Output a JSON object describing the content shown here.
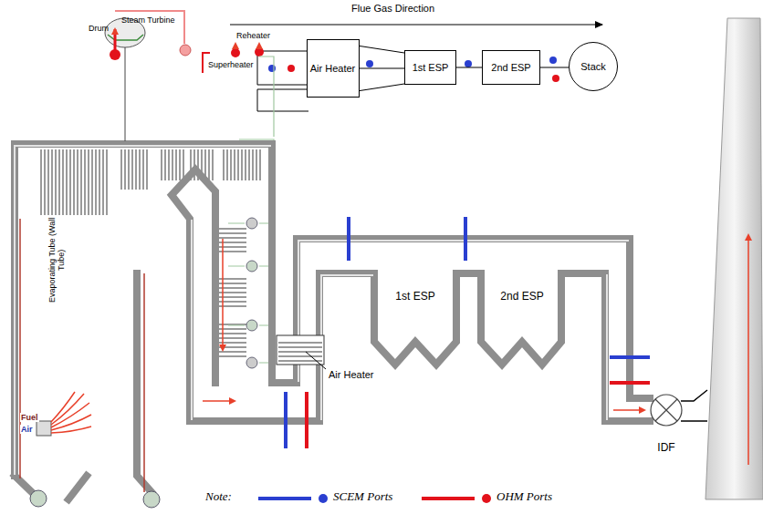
{
  "diagram": {
    "nodes": [
      {
        "text": [
          "Air Heater"
        ]
      },
      {
        "text": [
          "1st ESP"
        ]
      },
      {
        "text": [
          "2nd ESP"
        ]
      },
      {
        "text": [
          "Stack"
        ]
      },
      {
        "text": [
          "1st ESP"
        ]
      },
      {
        "text": [
          "2nd ESP"
        ]
      },
      {
        "text": [
          "IDF"
        ]
      }
    ],
    "edges": [
      {
        "from": 0,
        "to": 1,
        "arrow": "none"
      },
      {
        "from": 1,
        "to": 2,
        "arrow": "none"
      },
      {
        "from": 2,
        "to": 3,
        "arrow": "none"
      }
    ],
    "labels": [
      "Flue Gas Direction",
      "Drum",
      "Steam Turbine",
      "Superheater",
      "Reheater",
      "Evaporating Tube (Wall Tube)",
      "Fuel",
      "Air",
      "Air Heater",
      "Note:"
    ],
    "legend": [
      {
        "text": "SCEM Ports",
        "color": "#2a3fd0"
      },
      {
        "text": "OHM Ports",
        "color": "#e3121b"
      }
    ]
  }
}
